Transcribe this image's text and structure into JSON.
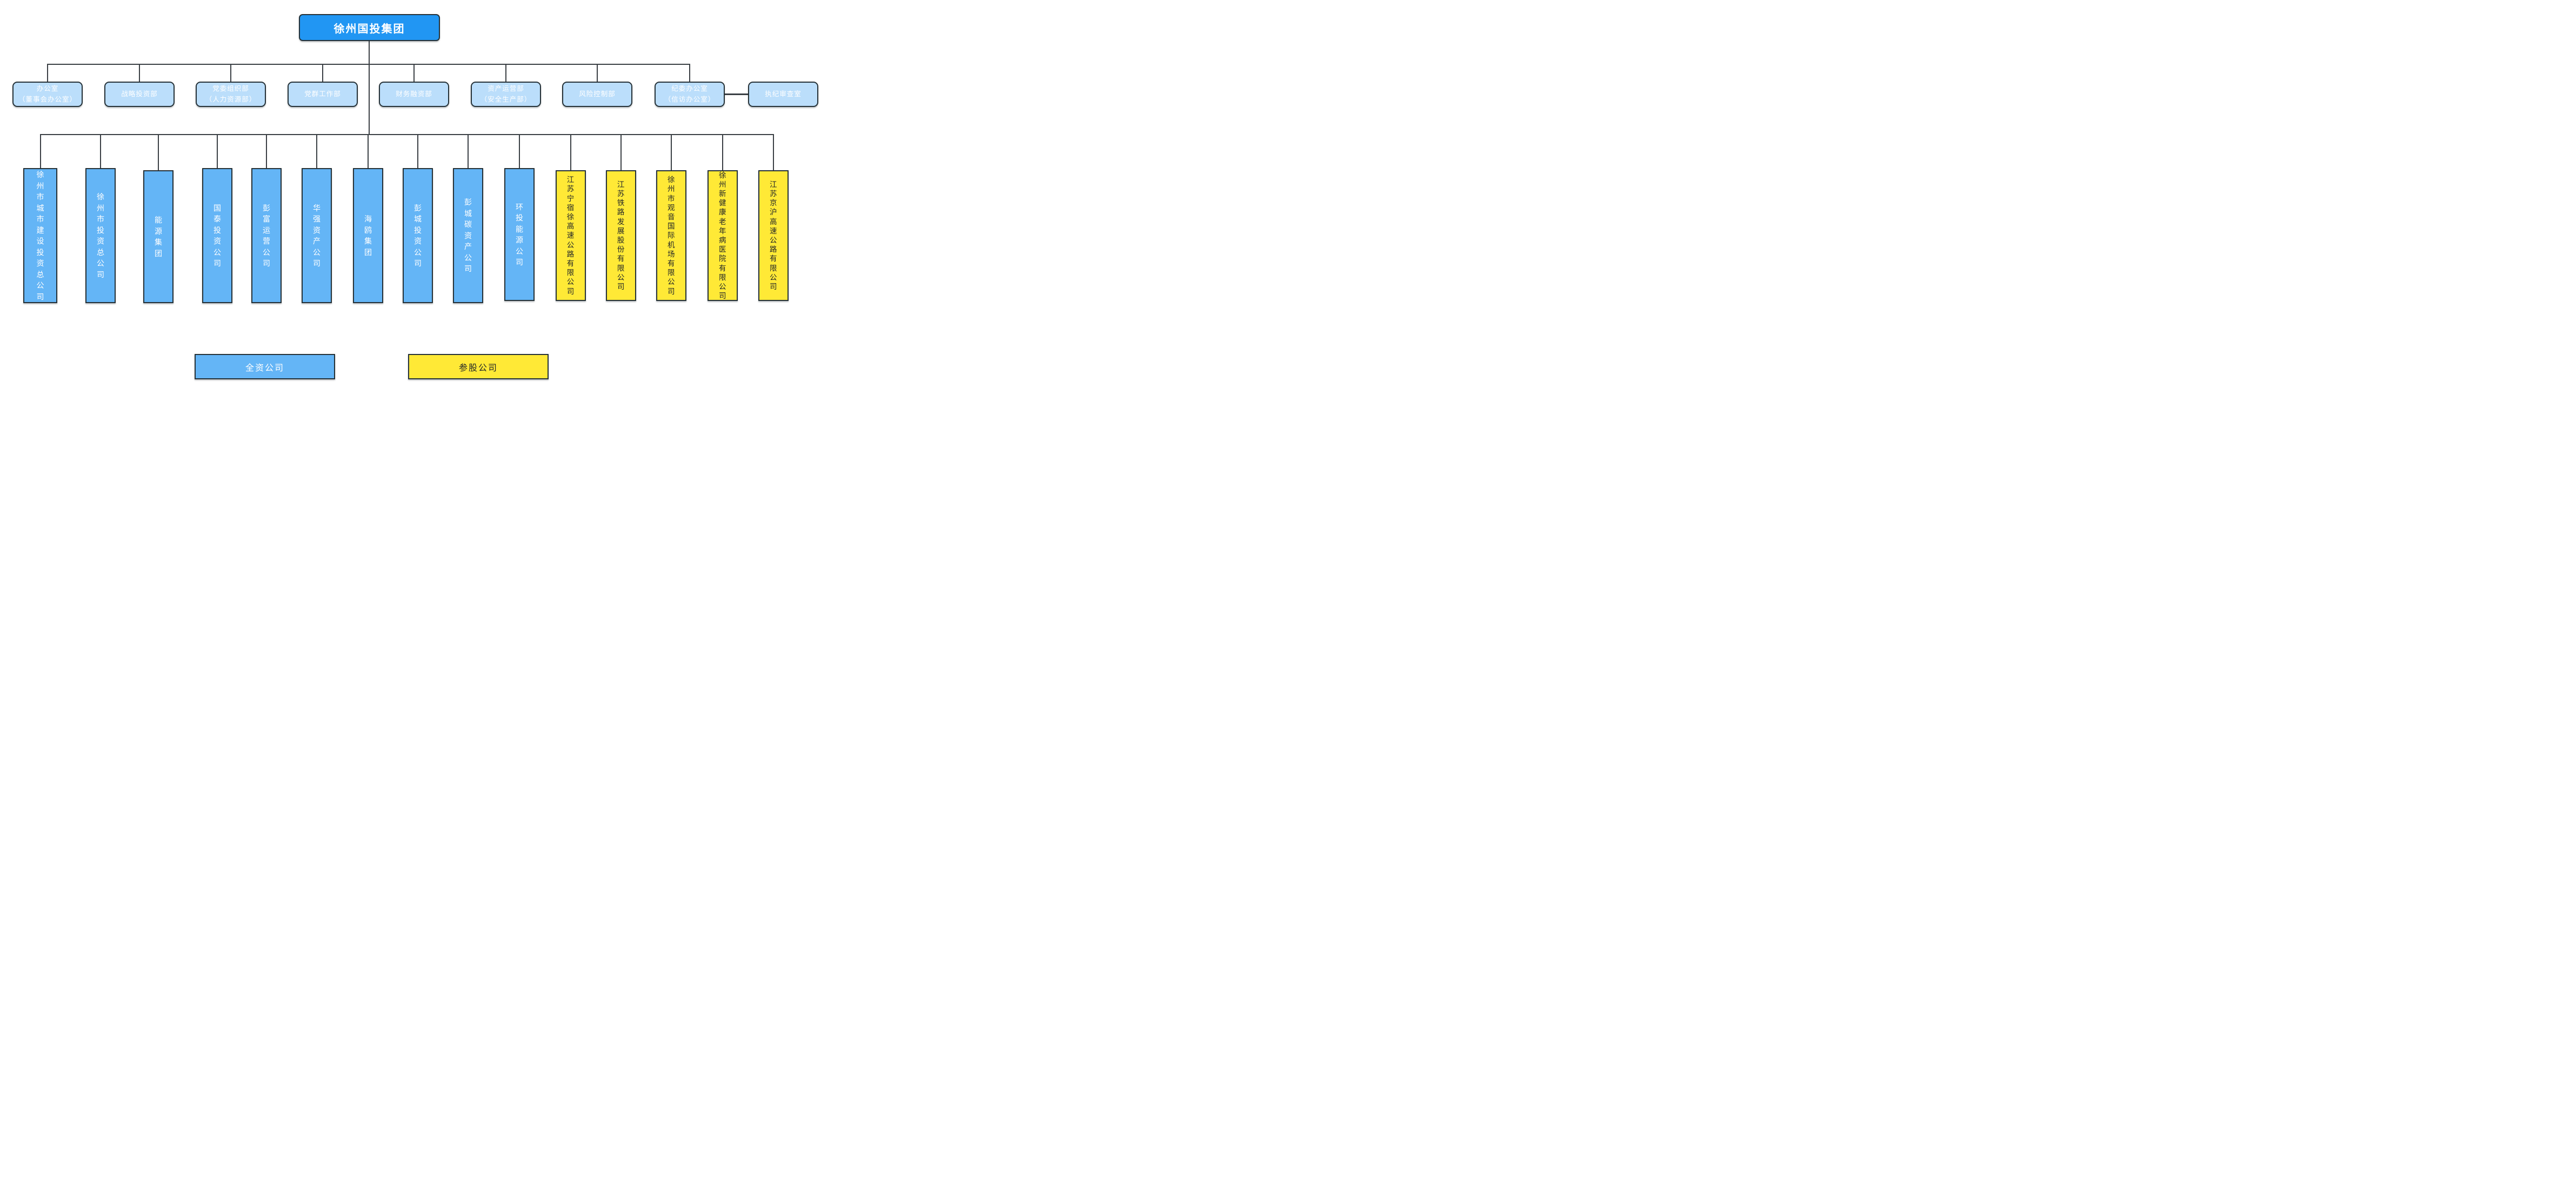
{
  "root": {
    "label": "徐州国投集团"
  },
  "departments": [
    {
      "label": "办公室",
      "sublabel": "（董事会办公室）"
    },
    {
      "label": "战略投资部",
      "sublabel": ""
    },
    {
      "label": "党委组织部",
      "sublabel": "（人力资源部）"
    },
    {
      "label": "党群工作部",
      "sublabel": ""
    },
    {
      "label": "财务融资部",
      "sublabel": ""
    },
    {
      "label": "资产运营部",
      "sublabel": "（安全生产部）"
    },
    {
      "label": "风险控制部",
      "sublabel": ""
    },
    {
      "label": "纪委办公室",
      "sublabel": "（信访办公室）"
    },
    {
      "label": "执纪审查室",
      "sublabel": ""
    }
  ],
  "subsidiaries": [
    {
      "label": "徐州市城市建设投资总公司",
      "type": "wholly"
    },
    {
      "label": "徐州市投资总公司",
      "type": "wholly"
    },
    {
      "label": "能源集团",
      "type": "wholly"
    },
    {
      "label": "国泰投资公司",
      "type": "wholly"
    },
    {
      "label": "彭富运营公司",
      "type": "wholly"
    },
    {
      "label": "华强资产公司",
      "type": "wholly"
    },
    {
      "label": "海鸥集团",
      "type": "wholly"
    },
    {
      "label": "彭城投资公司",
      "type": "wholly"
    },
    {
      "label": "彭城碳资产公司",
      "type": "wholly"
    },
    {
      "label": "环投能源公司",
      "type": "wholly"
    },
    {
      "label": "江苏宁宿徐高速公路有限公司",
      "type": "minority"
    },
    {
      "label": "江苏铁路发展股份有限公司",
      "type": "minority"
    },
    {
      "label": "徐州市观音国际机场有限公司",
      "type": "minority"
    },
    {
      "label": "徐州新健康老年病医院有限公司",
      "type": "minority"
    },
    {
      "label": "江苏京沪高速公路有限公司",
      "type": "minority"
    }
  ],
  "legend": [
    {
      "label": "全资公司",
      "type": "wholly"
    },
    {
      "label": "参股公司",
      "type": "minority"
    }
  ],
  "colors": {
    "root_fill": "#2196F3",
    "department_fill": "#BBDEFB",
    "wholly_fill": "#64B5F6",
    "minority_fill": "#FFE936",
    "border": "#263238",
    "line": "#3A3F44",
    "light_text": "#FFFFFF",
    "dark_text": "#1F2328"
  }
}
